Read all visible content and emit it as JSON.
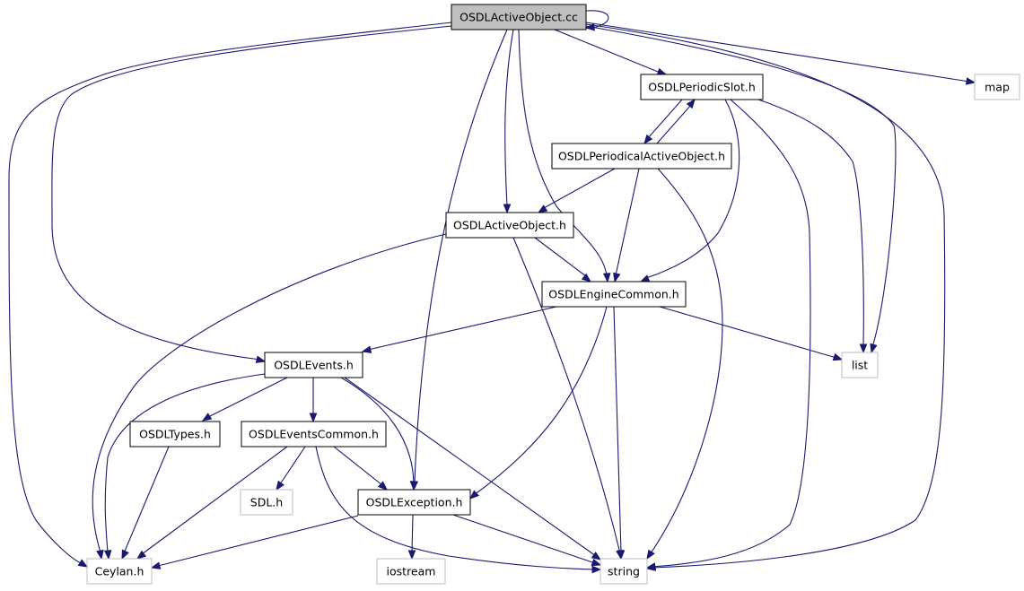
{
  "colors": {
    "edge": "#191970",
    "root_fill": "#bfbfbf",
    "node_border": "#000000",
    "external_border": "#bfbfbf",
    "background": "#ffffff"
  },
  "graph": {
    "nodes": [
      {
        "id": "root",
        "label": "OSDLActiveObject.cc",
        "kind": "root"
      },
      {
        "id": "periodicslot",
        "label": "OSDLPeriodicSlot.h",
        "kind": "header"
      },
      {
        "id": "map",
        "label": "map",
        "kind": "external"
      },
      {
        "id": "periodicalao",
        "label": "OSDLPeriodicalActiveObject.h",
        "kind": "header"
      },
      {
        "id": "activeobject",
        "label": "OSDLActiveObject.h",
        "kind": "header"
      },
      {
        "id": "enginecommon",
        "label": "OSDLEngineCommon.h",
        "kind": "header"
      },
      {
        "id": "events",
        "label": "OSDLEvents.h",
        "kind": "header"
      },
      {
        "id": "list",
        "label": "list",
        "kind": "external"
      },
      {
        "id": "types",
        "label": "OSDLTypes.h",
        "kind": "header"
      },
      {
        "id": "eventscommon",
        "label": "OSDLEventsCommon.h",
        "kind": "header"
      },
      {
        "id": "sdl",
        "label": "SDL.h",
        "kind": "external"
      },
      {
        "id": "exception",
        "label": "OSDLException.h",
        "kind": "header"
      },
      {
        "id": "ceylan",
        "label": "Ceylan.h",
        "kind": "external"
      },
      {
        "id": "iostream",
        "label": "iostream",
        "kind": "external"
      },
      {
        "id": "string",
        "label": "string",
        "kind": "external"
      }
    ],
    "edges": [
      [
        "root",
        "root"
      ],
      [
        "root",
        "periodicslot"
      ],
      [
        "root",
        "map"
      ],
      [
        "root",
        "list"
      ],
      [
        "root",
        "string"
      ],
      [
        "root",
        "ceylan"
      ],
      [
        "root",
        "events"
      ],
      [
        "root",
        "exception"
      ],
      [
        "root",
        "activeobject"
      ],
      [
        "root",
        "enginecommon"
      ],
      [
        "periodicslot",
        "periodicalao"
      ],
      [
        "periodicalao",
        "periodicslot"
      ],
      [
        "periodicslot",
        "enginecommon"
      ],
      [
        "periodicslot",
        "string"
      ],
      [
        "periodicslot",
        "list"
      ],
      [
        "periodicalao",
        "activeobject"
      ],
      [
        "periodicalao",
        "enginecommon"
      ],
      [
        "periodicalao",
        "string"
      ],
      [
        "activeobject",
        "enginecommon"
      ],
      [
        "activeobject",
        "ceylan"
      ],
      [
        "activeobject",
        "string"
      ],
      [
        "enginecommon",
        "events"
      ],
      [
        "enginecommon",
        "list"
      ],
      [
        "enginecommon",
        "exception"
      ],
      [
        "enginecommon",
        "string"
      ],
      [
        "events",
        "ceylan"
      ],
      [
        "events",
        "types"
      ],
      [
        "events",
        "eventscommon"
      ],
      [
        "events",
        "exception"
      ],
      [
        "events",
        "string"
      ],
      [
        "types",
        "ceylan"
      ],
      [
        "eventscommon",
        "sdl"
      ],
      [
        "eventscommon",
        "ceylan"
      ],
      [
        "eventscommon",
        "exception"
      ],
      [
        "eventscommon",
        "string"
      ],
      [
        "exception",
        "ceylan"
      ],
      [
        "exception",
        "iostream"
      ],
      [
        "exception",
        "string"
      ]
    ]
  }
}
